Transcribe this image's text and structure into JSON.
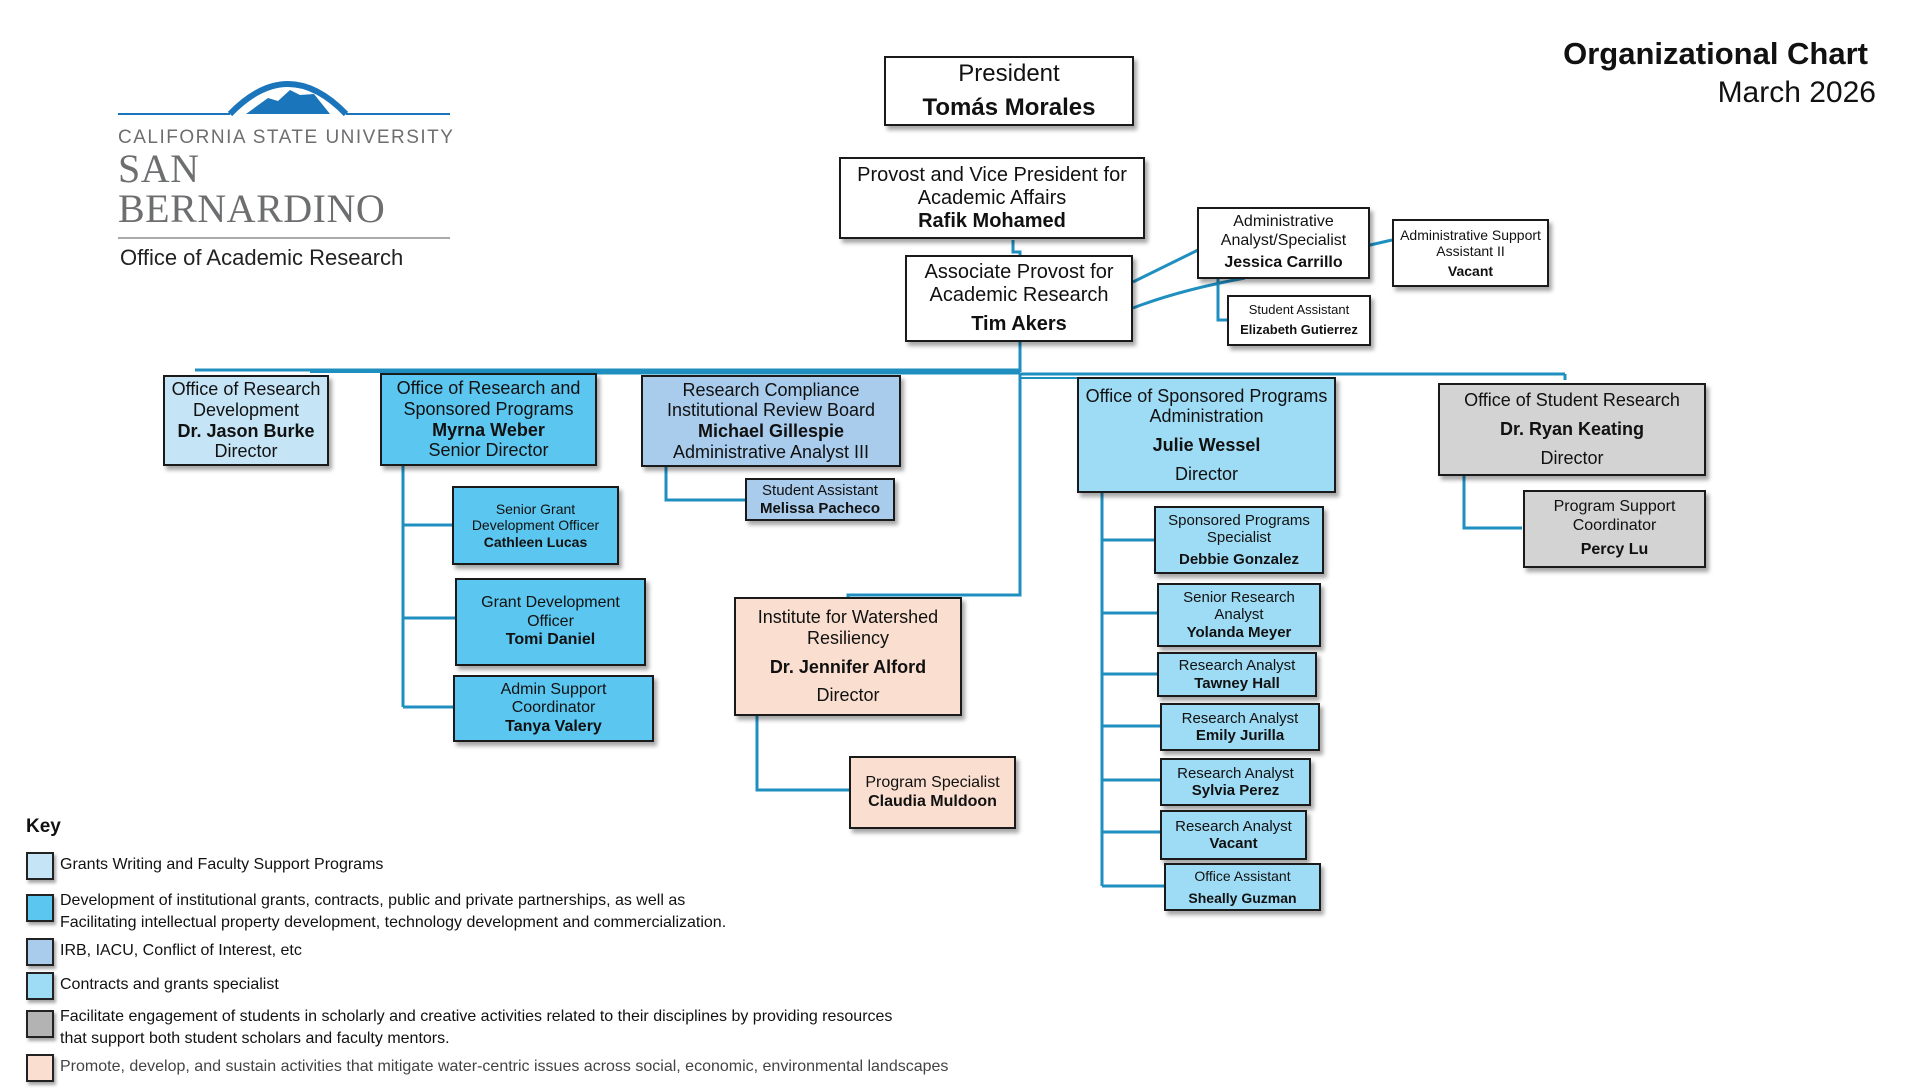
{
  "header": {
    "title": "Organizational Chart",
    "date": "March 2026"
  },
  "logo": {
    "university_line1": "CALIFORNIA STATE UNIVERSITY",
    "university_line2": "SAN BERNARDINO",
    "office": "Office of Academic Research",
    "colors": {
      "arc": "#1b75bb",
      "text": "#6d6e70"
    }
  },
  "colors": {
    "connector": "#1f8fc0",
    "grants_writing": "#c5e4f6",
    "institutional_dev": "#5bc6ef",
    "irb": "#a9cbec",
    "contracts_specialist": "#9edcf5",
    "student_engagement": "#d3d3d3",
    "watershed": "#fadfd0"
  },
  "nodes": {
    "president": {
      "title": "President",
      "name": "Tomás Morales"
    },
    "provost": {
      "title": "Provost and Vice President for Academic Affairs",
      "name": "Rafik Mohamed"
    },
    "assoc_provost": {
      "title": "Associate Provost for Academic Research",
      "name": "Tim Akers"
    },
    "admin_analyst": {
      "title": "Administrative Analyst/Specialist",
      "name": "Jessica Carrillo"
    },
    "admin_support": {
      "title": "Administrative Support Assistant II",
      "name": "Vacant"
    },
    "student_asst_1": {
      "title": "Student Assistant",
      "name": "Elizabeth Gutierrez"
    },
    "ord": {
      "title": "Office of Research Development",
      "name": "Dr. Jason Burke",
      "role": "Director"
    },
    "orsp": {
      "title": "Office of Research and Sponsored Programs",
      "name": "Myrna Weber",
      "role": "Senior Director"
    },
    "irb": {
      "title": "Research Compliance Institutional Review Board",
      "name": "Michael Gillespie",
      "role": "Administrative Analyst III"
    },
    "student_asst_2": {
      "title": "Student Assistant",
      "name": "Melissa Pacheco"
    },
    "ospa": {
      "title": "Office of Sponsored Programs Administration",
      "name": "Julie Wessel",
      "role": "Director"
    },
    "osr": {
      "title": "Office of Student Research",
      "name": "Dr. Ryan Keating",
      "role": "Director"
    },
    "psc": {
      "title": "Program Support Coordinator",
      "name": "Percy Lu"
    },
    "sgdo": {
      "title": "Senior Grant Development Officer",
      "name": "Cathleen Lucas"
    },
    "gdo": {
      "title": "Grant Development Officer",
      "name": "Tomi Daniel"
    },
    "asc": {
      "title": "Admin Support Coordinator",
      "name": "Tanya Valery"
    },
    "iwr": {
      "title": "Institute for Watershed Resiliency",
      "name": "Dr. Jennifer Alford",
      "role": "Director"
    },
    "prog_spec": {
      "title": "Program Specialist",
      "name": "Claudia Muldoon"
    },
    "sps": {
      "title": "Sponsored Programs Specialist",
      "name": "Debbie Gonzalez"
    },
    "sra": {
      "title": "Senior Research Analyst",
      "name": "Yolanda Meyer"
    },
    "ra1": {
      "title": "Research Analyst",
      "name": "Tawney Hall"
    },
    "ra2": {
      "title": "Research Analyst",
      "name": "Emily Jurilla"
    },
    "ra3": {
      "title": "Research Analyst",
      "name": "Sylvia Perez"
    },
    "ra4": {
      "title": "Research Analyst",
      "name": "Vacant"
    },
    "office_asst": {
      "title": "Office Assistant",
      "name": "Sheally Guzman"
    }
  },
  "key": {
    "heading": "Key",
    "items": [
      {
        "label": "Grants Writing and Faculty Support Programs",
        "color": "#c5e4f6"
      },
      {
        "label": "Development of institutional grants, contracts, public and private partnerships, as well as",
        "label2": "Facilitating intellectual property development, technology development and commercialization.",
        "color": "#5bc6ef"
      },
      {
        "label": "IRB, IACU, Conflict of Interest, etc",
        "color": "#a9cbec"
      },
      {
        "label": "Contracts and grants specialist",
        "color": "#9edcf5"
      },
      {
        "label": "Facilitate engagement of students in scholarly and creative activities related to their disciplines by providing resources",
        "label2": "that support both student scholars and faculty mentors.",
        "color": "#b3b3b3"
      },
      {
        "label": "Promote, develop, and sustain activities that mitigate water-centric issues across social, economic, environmental landscapes",
        "color": "#fadfd0"
      }
    ]
  }
}
